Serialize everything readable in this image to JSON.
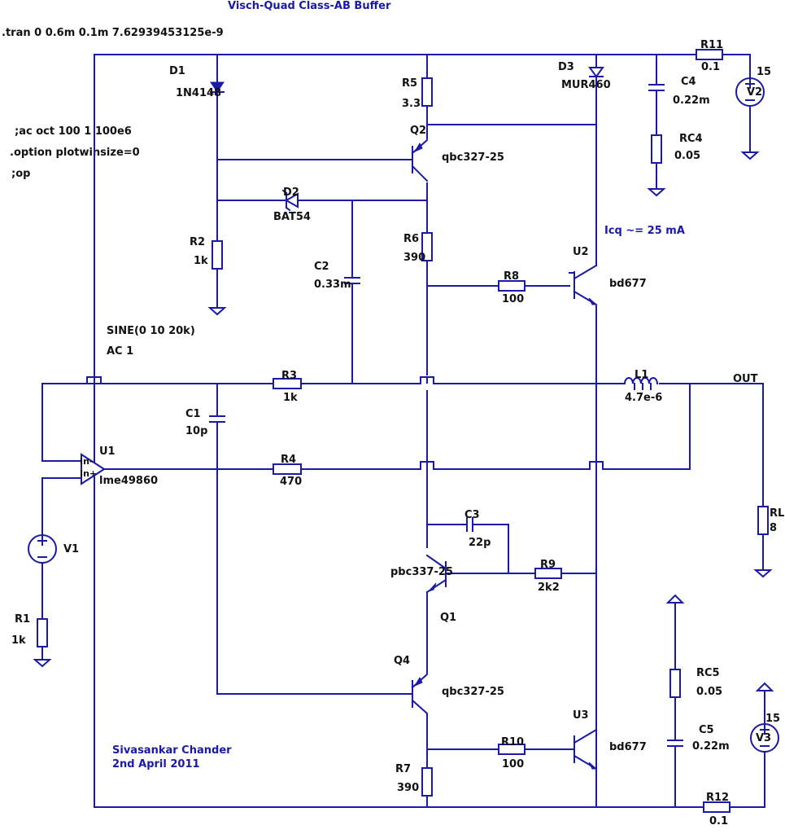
{
  "title": "Visch-Quad Class-AB Buffer",
  "directives": {
    "tran": ".tran 0 0.6m 0.1m 7.62939453125e-9",
    "ac": ";ac oct 100 1 100e6",
    "option": ".option plotwinsize=0",
    "op": ";op"
  },
  "source_v1": {
    "func": "SINE(0 10 20k)",
    "ac": "AC 1",
    "name": "V1"
  },
  "components": {
    "D1": {
      "name": "D1",
      "value": "1N4148"
    },
    "D2": {
      "name": "D2",
      "value": "BAT54"
    },
    "D3": {
      "name": "D3",
      "value": "MUR460"
    },
    "R1": {
      "name": "R1",
      "value": "1k"
    },
    "R2": {
      "name": "R2",
      "value": "1k"
    },
    "R3": {
      "name": "R3",
      "value": "1k"
    },
    "R4": {
      "name": "R4",
      "value": "470"
    },
    "R5": {
      "name": "R5",
      "value": "3.3"
    },
    "R6": {
      "name": "R6",
      "value": "390"
    },
    "R7": {
      "name": "R7",
      "value": "390"
    },
    "R8": {
      "name": "R8",
      "value": "100"
    },
    "R9": {
      "name": "R9",
      "value": "2k2"
    },
    "R10": {
      "name": "R10",
      "value": "100"
    },
    "R11": {
      "name": "R11",
      "value": "0.1"
    },
    "R12": {
      "name": "R12",
      "value": "0.1"
    },
    "RC4": {
      "name": "RC4",
      "value": "0.05"
    },
    "RC5": {
      "name": "RC5",
      "value": "0.05"
    },
    "RL": {
      "name": "RL",
      "value": "8"
    },
    "C1": {
      "name": "C1",
      "value": "10p"
    },
    "C2": {
      "name": "C2",
      "value": "0.33m"
    },
    "C3": {
      "name": "C3",
      "value": "22p"
    },
    "C4": {
      "name": "C4",
      "value": "0.22m"
    },
    "C5": {
      "name": "C5",
      "value": "0.22m"
    },
    "L1": {
      "name": "L1",
      "value": "4.7e-6"
    },
    "Q1": {
      "name": "Q1",
      "value": "pbc337-25"
    },
    "Q2": {
      "name": "Q2",
      "value": "qbc327-25"
    },
    "Q4": {
      "name": "Q4",
      "value": "qbc327-25"
    },
    "U1": {
      "name": "U1",
      "value": "lme49860",
      "pin_inm": "In-",
      "pin_inp": "In+"
    },
    "U2": {
      "name": "U2",
      "value": "bd677"
    },
    "U3": {
      "name": "U3",
      "value": "bd677"
    },
    "V2": {
      "name": "V2",
      "value": "15"
    },
    "V3": {
      "name": "V3",
      "value": "15"
    }
  },
  "notes": {
    "icq": "Icq ~= 25 mA",
    "out_label": "OUT",
    "author": "Sivasankar Chander",
    "date": "2nd April 2011"
  },
  "colors": {
    "wire": "#1a1aa6",
    "text": "#111111",
    "note": "#1a1aa6"
  }
}
